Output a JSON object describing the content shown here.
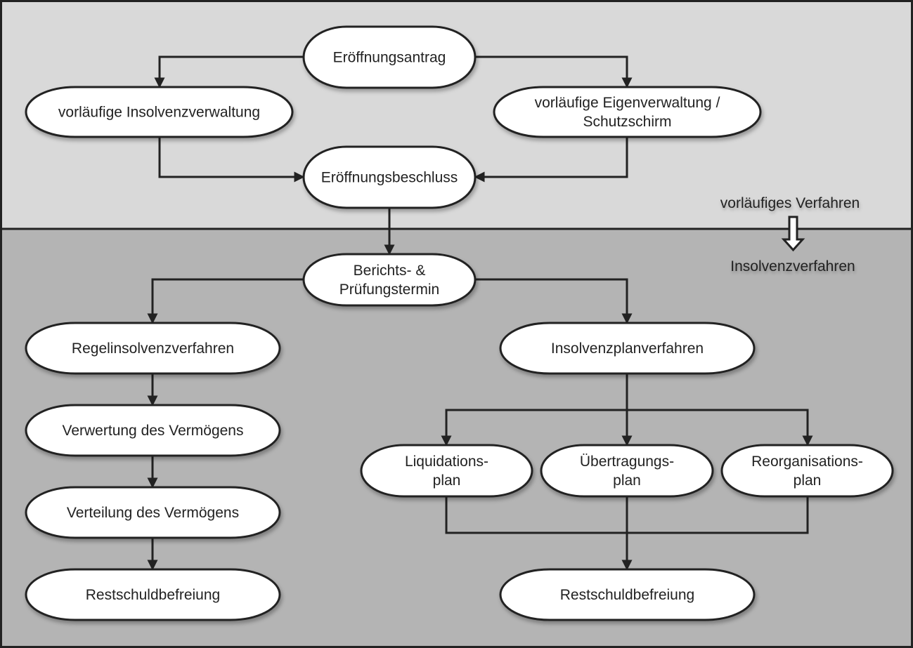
{
  "colors": {
    "top_band": "#d9d9d9",
    "bottom_band": "#b4b4b4",
    "node_fill": "#ffffff",
    "stroke": "#222222"
  },
  "phases": {
    "preliminary": "vorläufiges Verfahren",
    "main": "Insolvenzverfahren"
  },
  "nodes": {
    "eroeffnungsantrag": [
      "Eröffnungsantrag"
    ],
    "vorl_insolvenzverwaltung": [
      "vorläufige Insolvenzverwaltung"
    ],
    "vorl_eigenverwaltung": [
      "vorläufige Eigenverwaltung /",
      "Schutzschirm"
    ],
    "eroeffnungsbeschluss": [
      "Eröffnungsbeschluss"
    ],
    "berichtstermin": [
      "Berichts- &",
      "Prüfungstermin"
    ],
    "regelinsolvenz": [
      "Regelinsolvenzverfahren"
    ],
    "insolvenzplan": [
      "Insolvenzplanverfahren"
    ],
    "verwertung": [
      "Verwertung des Vermögens"
    ],
    "verteilung": [
      "Verteilung des Vermögens"
    ],
    "restschuld_left": [
      "Restschuldbefreiung"
    ],
    "liquidationsplan": [
      "Liquidations-",
      "plan"
    ],
    "uebertragungsplan": [
      "Übertragungs-",
      "plan"
    ],
    "reorganisationsplan": [
      "Reorganisations-",
      "plan"
    ],
    "restschuld_right": [
      "Restschuldbefreiung"
    ]
  }
}
